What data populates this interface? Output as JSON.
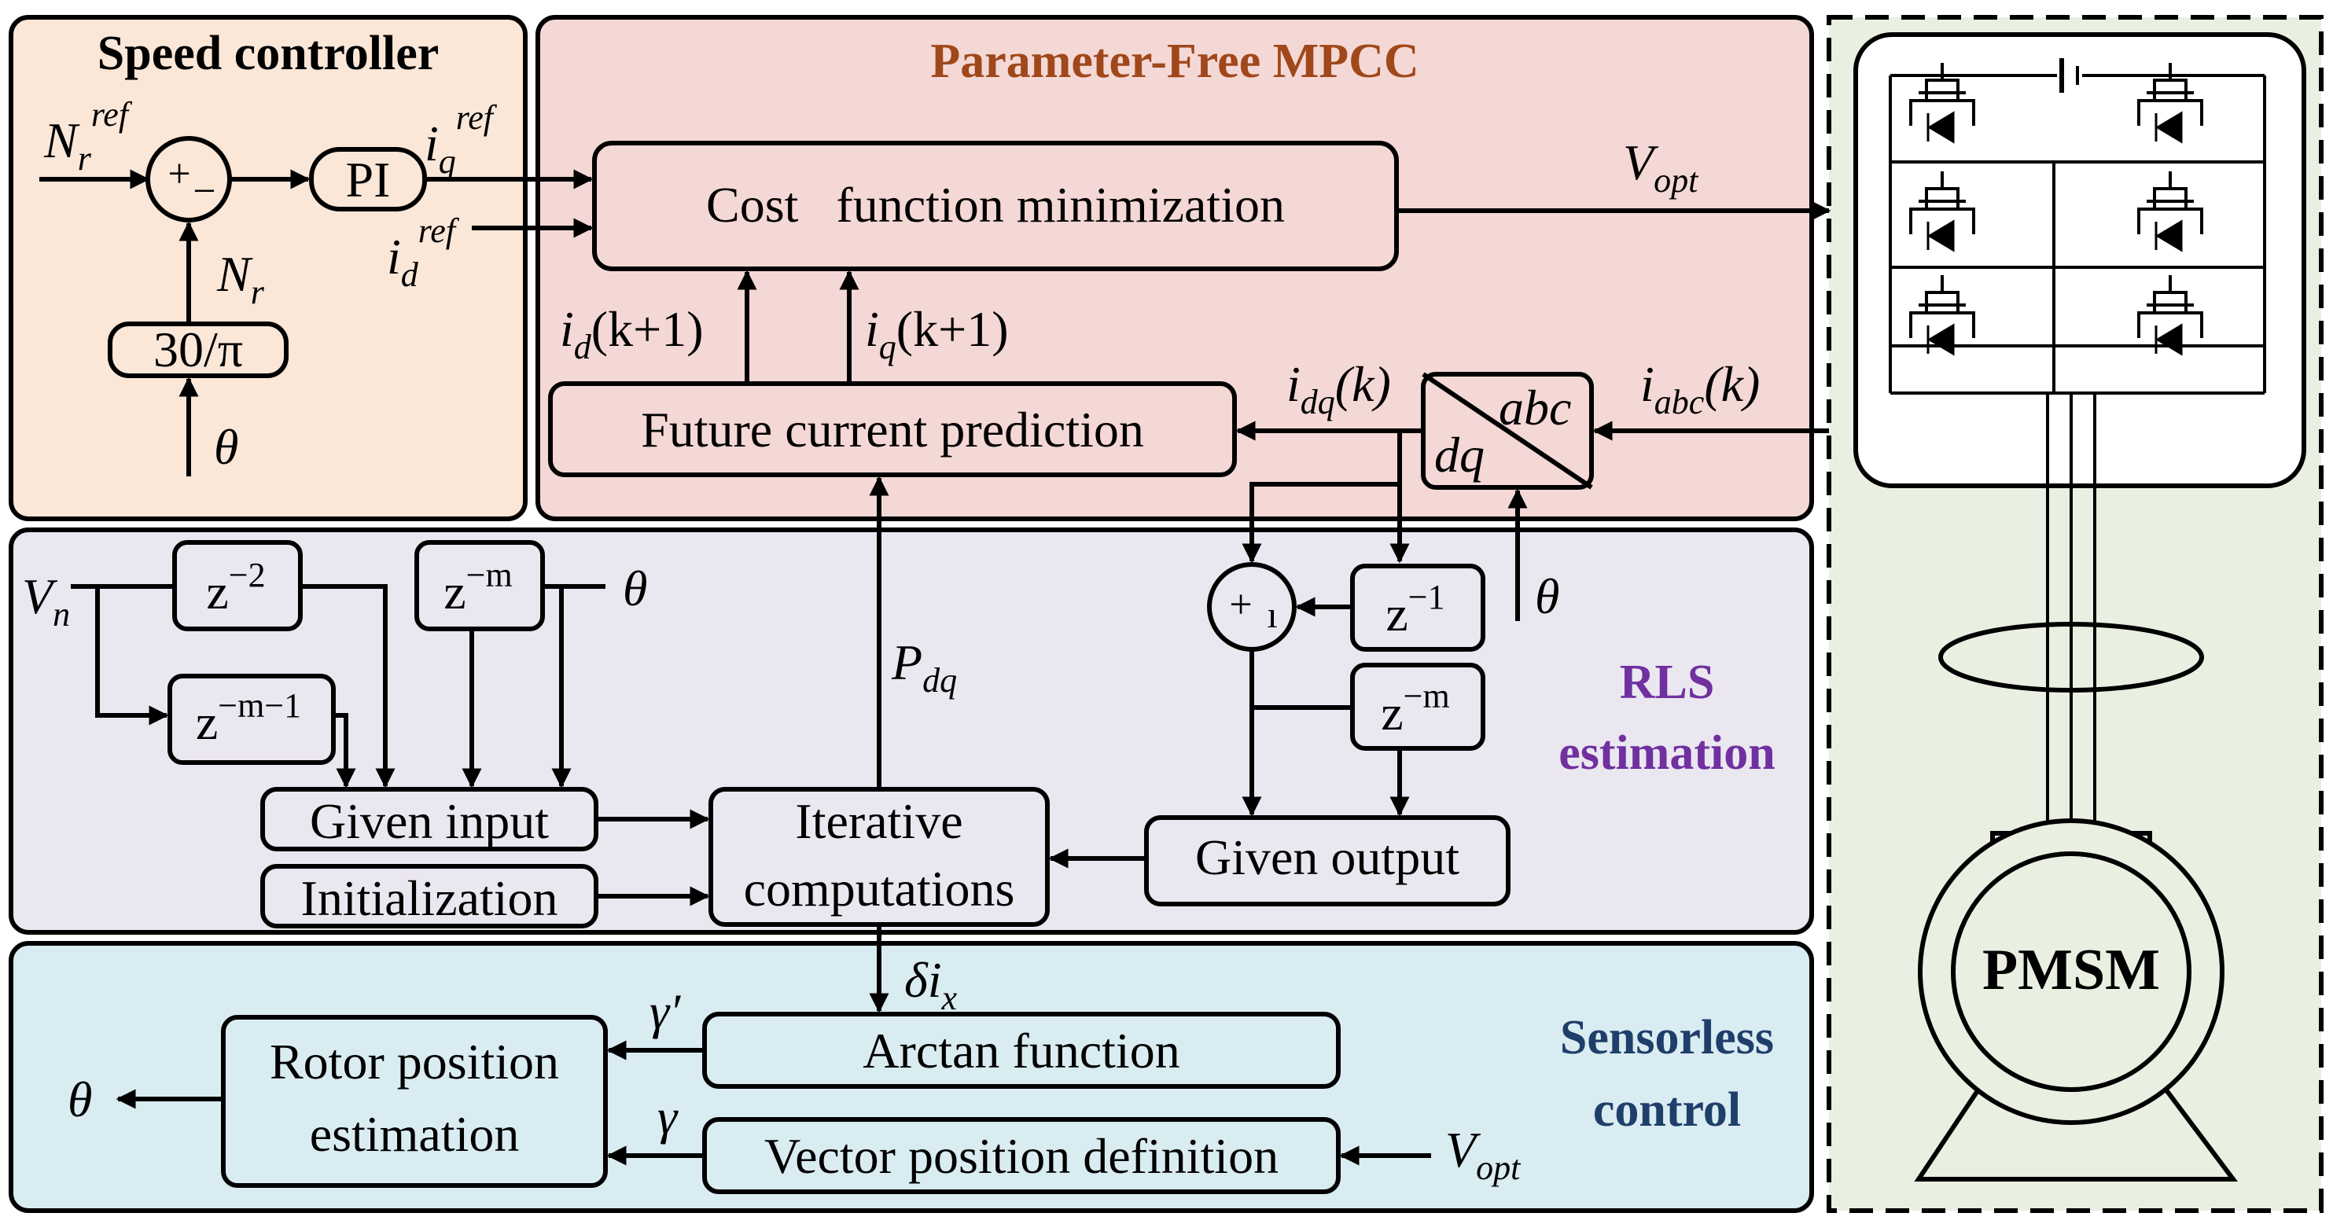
{
  "colors": {
    "speed_bg": "#fbe7d8",
    "mpcc_bg": "#f4d8d5",
    "rls_bg": "#ebe7f0",
    "sensorless_bg": "#d9ecf2",
    "hw_bg": "#e9f0e1",
    "mpcc_title": "#a0481b",
    "rls_title": "#7030a0",
    "sensorless_title": "#1f3f6a"
  },
  "sections": {
    "speed": "Speed controller",
    "mpcc": "Parameter-Free MPCC",
    "rls_line1": "RLS",
    "rls_line2": "estimation",
    "sensorless_line1": "Sensorless",
    "sensorless_line2": "control"
  },
  "blocks": {
    "pi": "PI",
    "gain": "30/π",
    "cost": "Cost   function minimization",
    "prediction": "Future current prediction",
    "transform_dq": "dq",
    "transform_abc": "abc",
    "given_input": "Given input",
    "initialization": "Initialization",
    "iterative_line1": "Iterative",
    "iterative_line2": "computations",
    "given_output": "Given output",
    "arctan": "Arctan function",
    "rotor_line1": "Rotor position",
    "rotor_line2": "estimation",
    "vector_def": "Vector position definition",
    "motor": "PMSM",
    "delay_z2": "z",
    "delay_z2_exp": "−2",
    "delay_zm": "z",
    "delay_zm_exp": "−m",
    "delay_zm1": "z",
    "delay_zm1_exp": "−m−1",
    "delay_z1": "z",
    "delay_z1_exp": "−1",
    "delay_zm_out": "z",
    "delay_zm_out_exp": "−m"
  },
  "signals": {
    "nr_ref_base": "N",
    "nr_ref_sub": "r",
    "nr_ref_sup": "ref",
    "iq_ref_base": "i",
    "iq_ref_sub": "q",
    "iq_ref_sup": "ref",
    "id_ref_base": "i",
    "id_ref_sub": "d",
    "id_ref_sup": "ref",
    "nr_base": "N",
    "nr_sub": "r",
    "theta": "θ",
    "vopt_base": "V",
    "vopt_sub": "opt",
    "id_k1_base": "i",
    "id_k1_sub": "d",
    "id_k1_tail": "(k+1)",
    "iq_k1_base": "i",
    "iq_k1_sub": "q",
    "iq_k1_tail": "(k+1)",
    "idq_base": "i",
    "idq_sub": "dq",
    "idq_tail": "(k)",
    "iabc_base": "i",
    "iabc_sub": "abc",
    "iabc_tail": "(k)",
    "vn_base": "V",
    "vn_sub": "n",
    "pdq_base": "P",
    "pdq_sub": "dq",
    "delta_ix_base": "δi",
    "delta_ix_sub": "x",
    "gamma_prime": "γ′",
    "gamma": "γ"
  },
  "sum_signs": {
    "speed_plus": "+",
    "speed_minus": "−",
    "rls_plus": "+",
    "rls_minus": "ı"
  }
}
